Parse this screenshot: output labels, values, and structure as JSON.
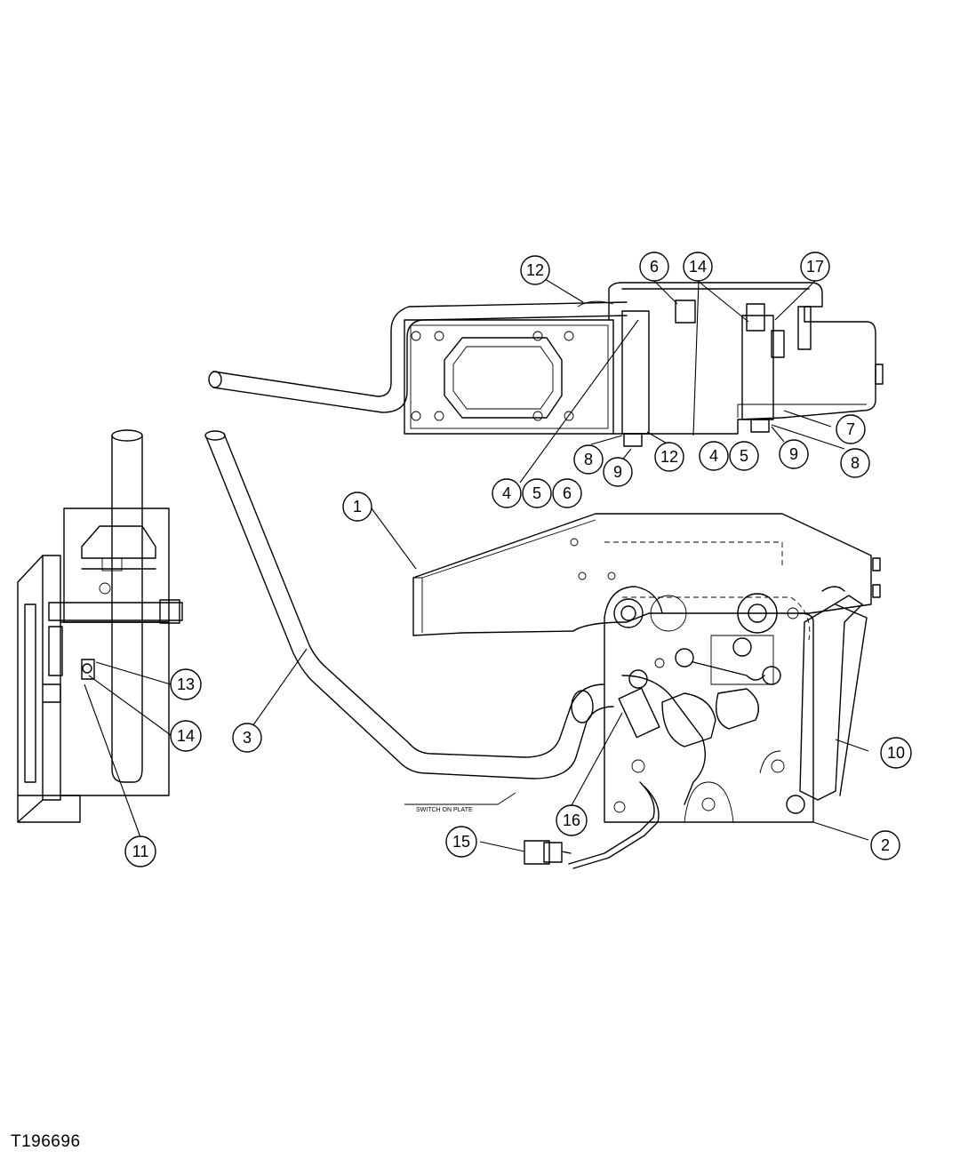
{
  "figure_id": "T196696",
  "plate_label": "SWITCH ON PLATE",
  "callouts": {
    "c12a": "12",
    "c6a": "6",
    "c14a": "14",
    "c17": "17",
    "c7": "7",
    "c8a": "8",
    "c9a": "9",
    "c12b": "12",
    "c4a": "4",
    "c5a": "5",
    "c9b": "9",
    "c8b": "8",
    "c4b": "4",
    "c5b": "5",
    "c6b": "6",
    "c1": "1",
    "c3": "3",
    "c10": "10",
    "c2": "2",
    "c16": "16",
    "c15": "15",
    "c13": "13",
    "c14b": "14",
    "c11": "11"
  }
}
